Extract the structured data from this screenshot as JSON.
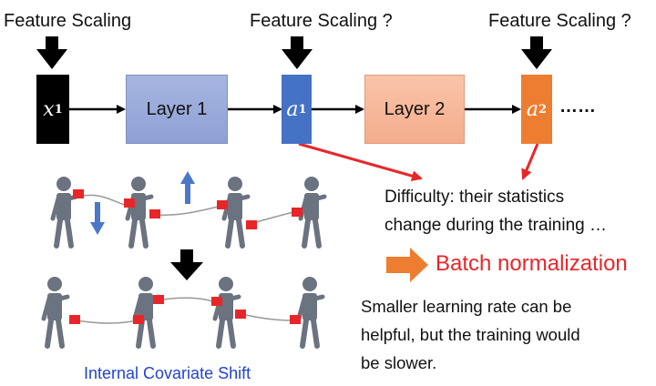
{
  "top_labels": {
    "input": "Feature Scaling",
    "hidden1": "Feature Scaling ?",
    "hidden2": "Feature Scaling ?"
  },
  "nodes": {
    "x_var": "x",
    "x_sup": "1",
    "a1_var": "a",
    "a1_sup": "1",
    "a2_var": "a",
    "a2_sup": "2",
    "layer1": "Layer 1",
    "layer2": "Layer 2",
    "ellipsis": "……"
  },
  "text": {
    "difficulty_line1": "Difficulty: their statistics",
    "difficulty_line2": "change during the training …",
    "batch_norm": "Batch normalization",
    "smaller_lr_line1": "Smaller learning rate can be",
    "smaller_lr_line2": "helpful, but the training would",
    "smaller_lr_line3": "be slower.",
    "ics": "Internal Covariate Shift"
  },
  "colors": {
    "x_box": "#000000",
    "a1_box": "#4472c4",
    "a2_box": "#ed7d31",
    "layer1": "#8ea0d4",
    "layer2": "#f4ad8c",
    "red_arrow": "#e8262a",
    "orange_arrow": "#ed7d31",
    "blue_arrow": "#4a78c8",
    "ics_text": "#2244cc",
    "figure": "#6b7280"
  }
}
